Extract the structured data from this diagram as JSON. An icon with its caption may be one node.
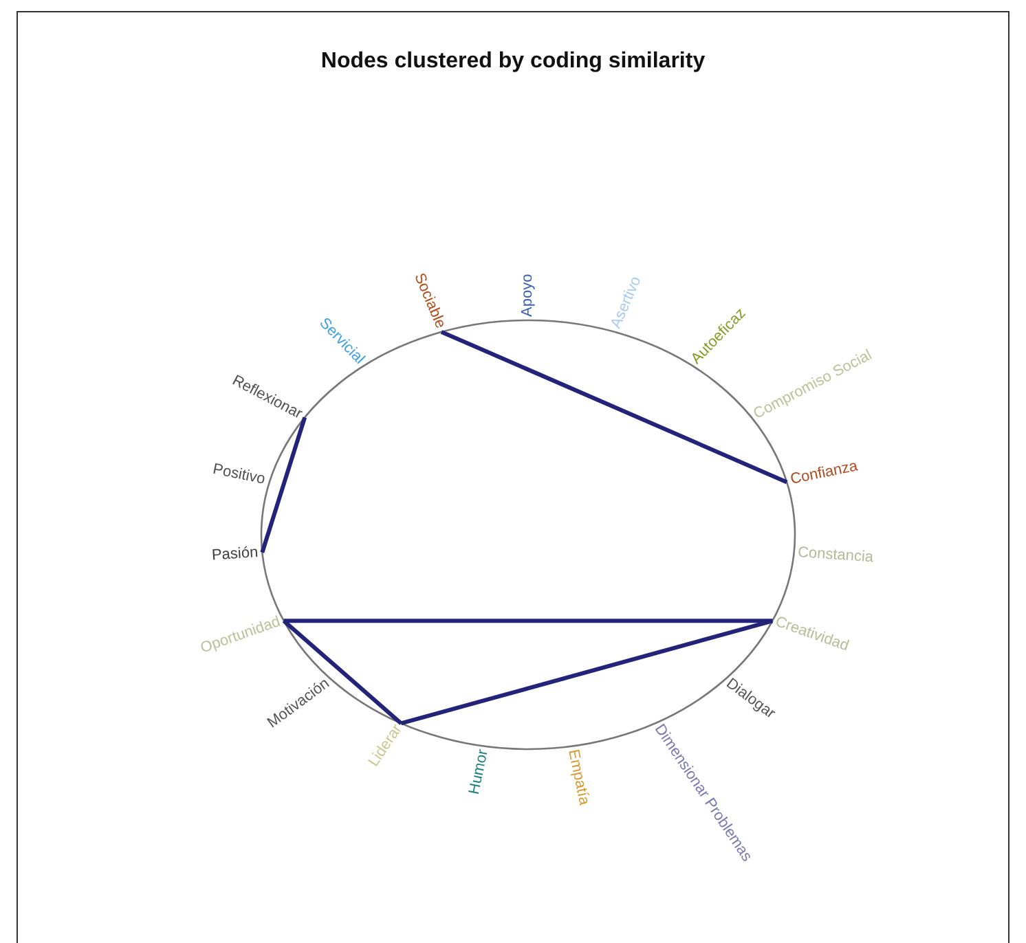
{
  "diagram": {
    "title": "Nodes clustered by coding similarity",
    "nodes": [
      {
        "text": [
          "Apoyo"
        ]
      },
      {
        "text": [
          "Asertivo"
        ]
      },
      {
        "text": [
          "Autoeficaz"
        ]
      },
      {
        "text": [
          "Compromiso Social"
        ]
      },
      {
        "text": [
          "Confianza"
        ]
      },
      {
        "text": [
          "Constancia"
        ]
      },
      {
        "text": [
          "Creatividad"
        ]
      },
      {
        "text": [
          "Dialogar"
        ]
      },
      {
        "text": [
          "Dimensionar Problemas"
        ]
      },
      {
        "text": [
          "Empatía"
        ]
      },
      {
        "text": [
          "Humor"
        ]
      },
      {
        "text": [
          "Liderar"
        ]
      },
      {
        "text": [
          "Motivación"
        ]
      },
      {
        "text": [
          "Oportunidad"
        ]
      },
      {
        "text": [
          "Pasión"
        ]
      },
      {
        "text": [
          "Positivo"
        ]
      },
      {
        "text": [
          "Reflexionar"
        ]
      },
      {
        "text": [
          "Servicial"
        ]
      },
      {
        "text": [
          "Sociable"
        ]
      }
    ],
    "edges": [
      {
        "from": 18,
        "to": 4,
        "arrow": "none"
      },
      {
        "from": 16,
        "to": 14,
        "arrow": "none"
      },
      {
        "from": 13,
        "to": 6,
        "arrow": "none"
      },
      {
        "from": 13,
        "to": 11,
        "arrow": "none"
      },
      {
        "from": 11,
        "to": 6,
        "arrow": "none"
      }
    ]
  }
}
